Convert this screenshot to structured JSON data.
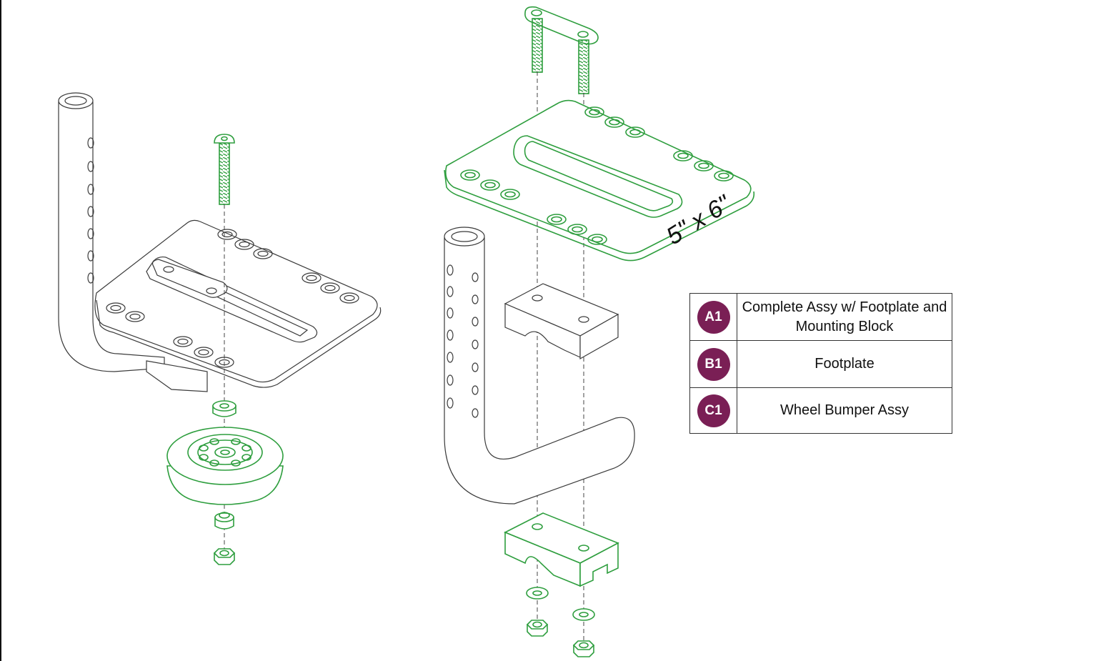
{
  "diagram": {
    "dimension_label": "5\" x 6\"",
    "colors": {
      "highlight_parts": "#2e9e3e",
      "outline": "#3a3a3a",
      "badge": "#7a1f55"
    }
  },
  "parts_table": {
    "rows": [
      {
        "code": "A1",
        "description": "Complete Assy w/ Footplate and Mounting Block"
      },
      {
        "code": "B1",
        "description": "Footplate"
      },
      {
        "code": "C1",
        "description": "Wheel Bumper Assy"
      }
    ]
  }
}
